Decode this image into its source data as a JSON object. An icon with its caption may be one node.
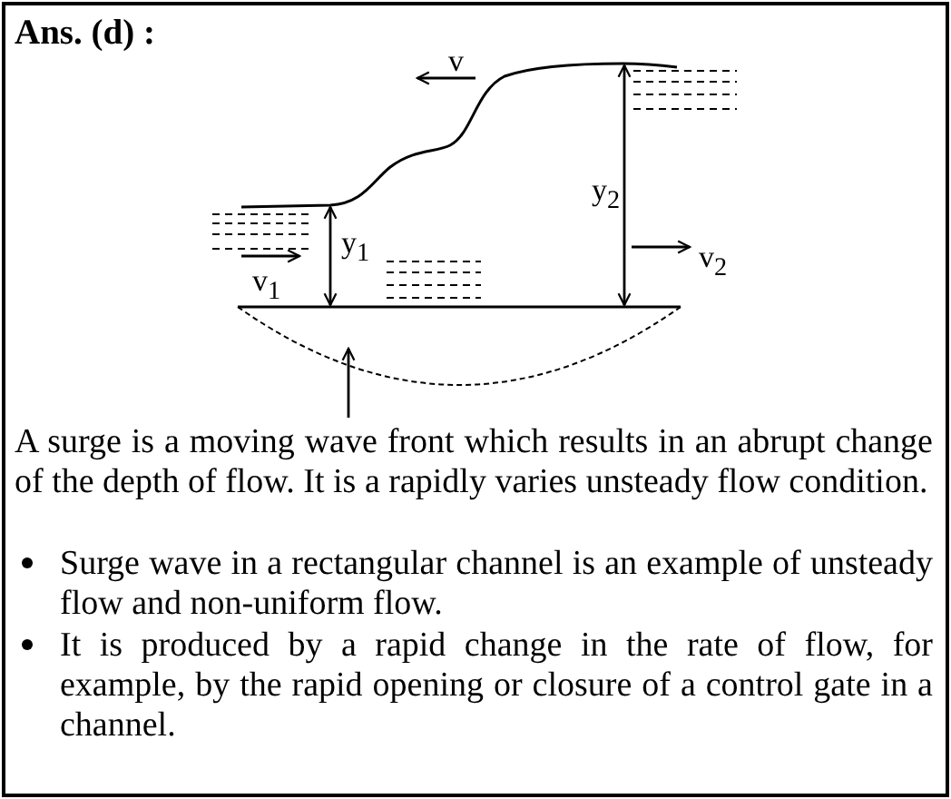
{
  "diagram": {
    "title": "Ans. (d) :",
    "labels": [
      "v",
      "y$_{2}$",
      "y$_{1}$",
      "v$_{1}$",
      "v$_{2}$",
      "A surge is a moving wave front which results in an abrupt change of the depth of flow. It is a rapidly varies unsteady flow condition.",
      "Surge wave in a rectangular channel is an example of unsteady flow and non-uniform flow.",
      "It is produced by a rapid change in the rate of flow, for example, by the rapid opening or closure of a control gate in a channel."
    ]
  }
}
